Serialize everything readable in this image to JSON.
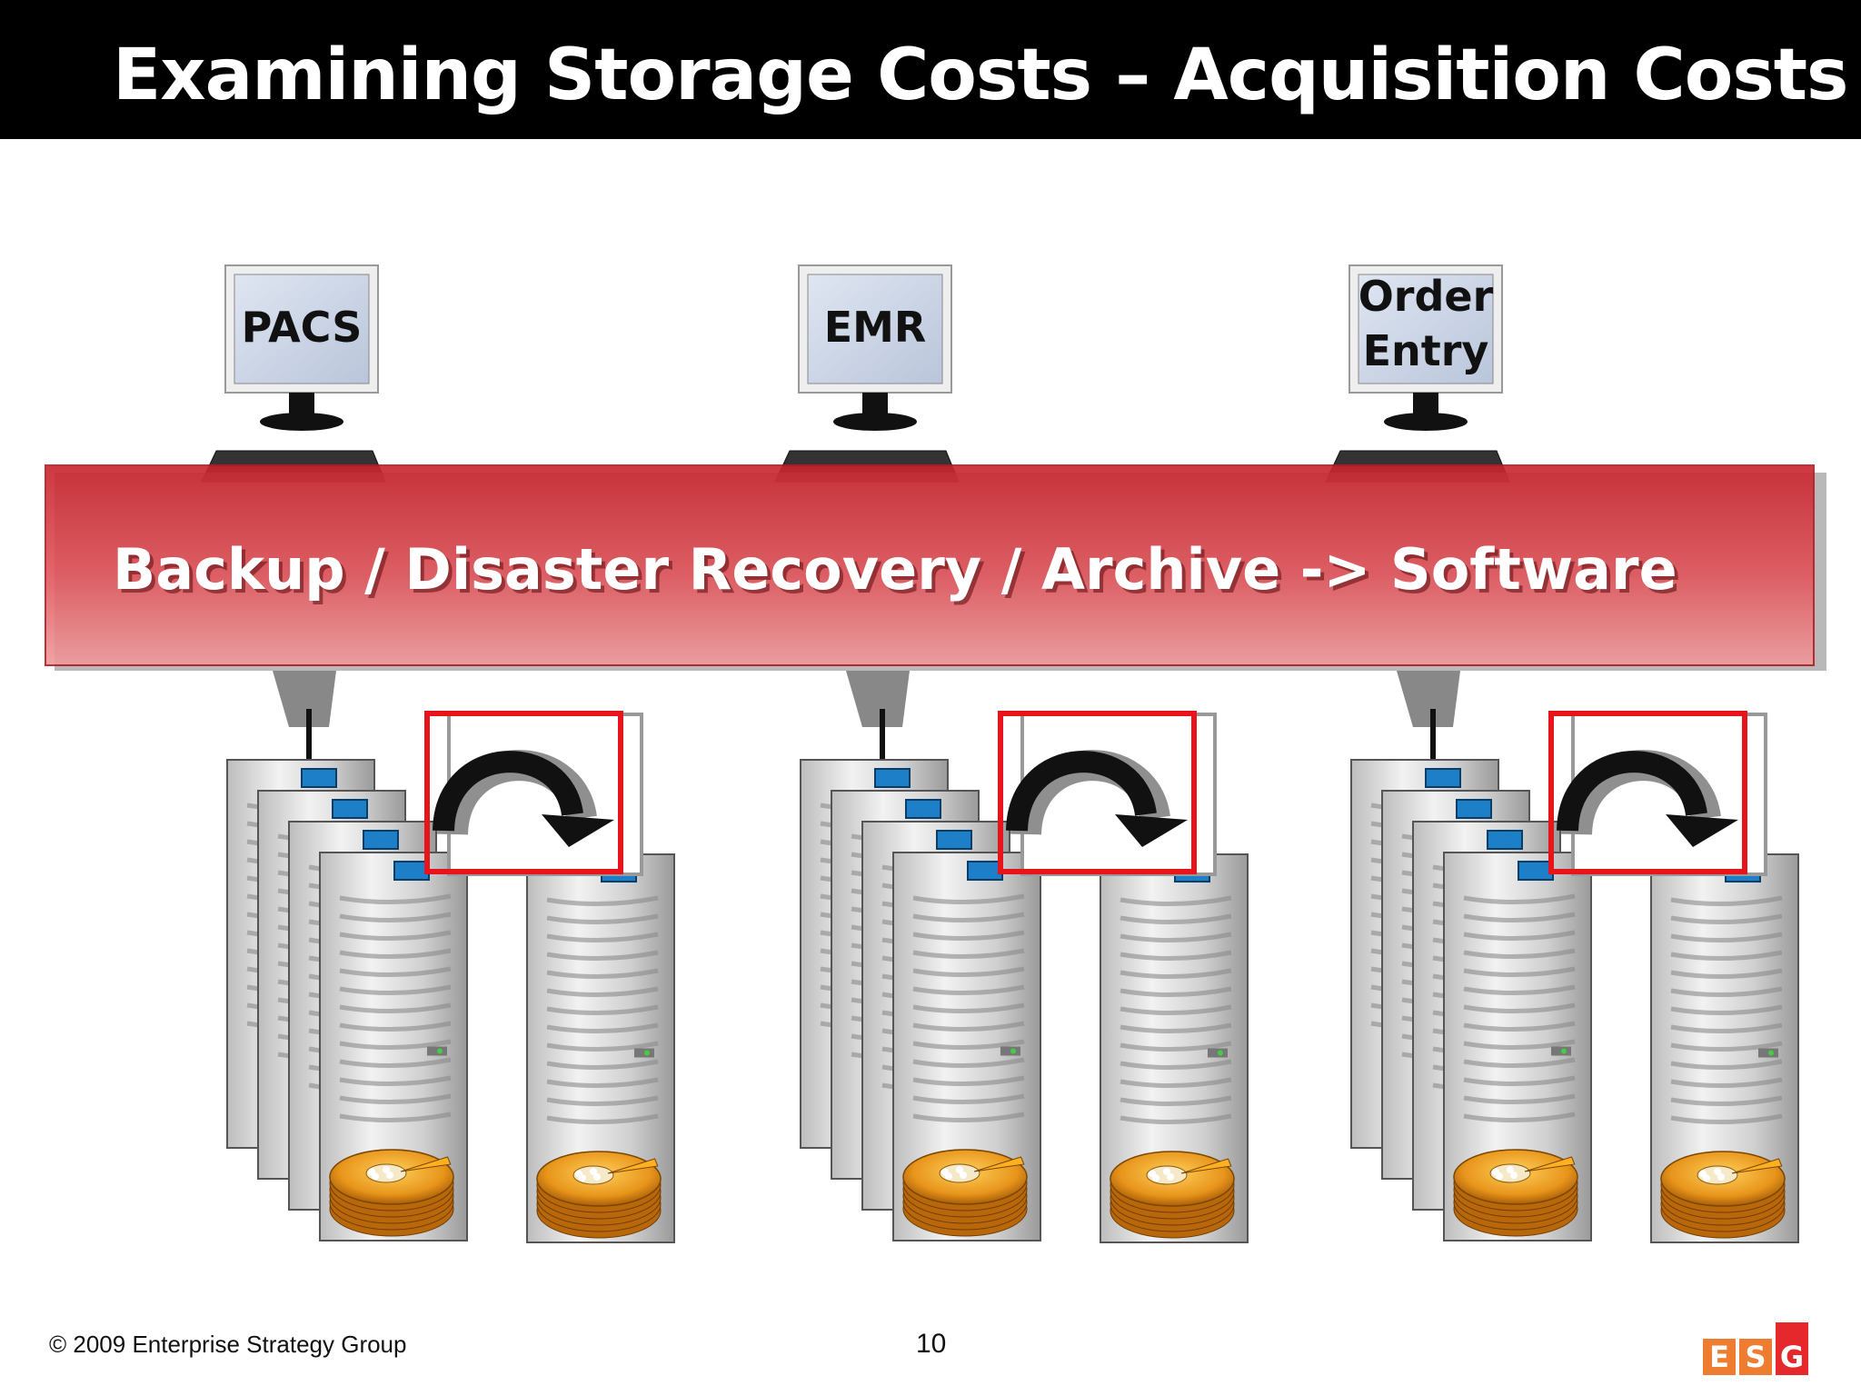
{
  "slide": {
    "title": "Examining Storage Costs – Acquisition Costs",
    "banner": "Backup / Disaster Recovery / Archive -> Software",
    "footer": "© 2009 Enterprise Strategy Group",
    "page_number": "10",
    "logo": [
      "E",
      "S",
      "G"
    ]
  },
  "systems": [
    {
      "label": "PACS"
    },
    {
      "label": "EMR"
    },
    {
      "label": "Order Entry",
      "lines": [
        "Order",
        "Entry"
      ]
    }
  ],
  "colors": {
    "banner": "#d3333b",
    "highlight_box": "#e8141c",
    "logo_orange": "#ee7d31",
    "logo_red": "#e5282b"
  },
  "icons": [
    "monitor-icon",
    "keyboard-icon",
    "storage-array-icon",
    "hard-disk-icon",
    "replication-arrow-icon"
  ]
}
